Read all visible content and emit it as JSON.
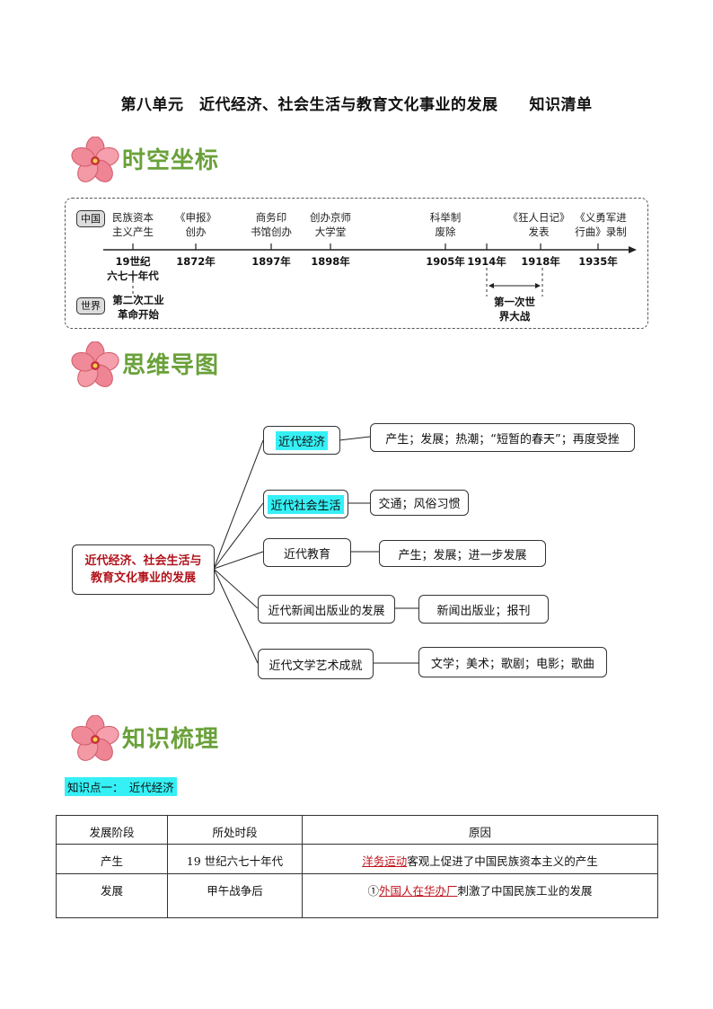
{
  "doc_title": "第八单元　近代经济、社会生活与教育文化事业的发展　　知识清单",
  "sections": {
    "timeline": "时空坐标",
    "mindmap": "思维导图",
    "knowledge": "知识梳理"
  },
  "timeline": {
    "china_tag": "中国",
    "world_tag": "世界",
    "events": [
      {
        "event": "民族资本\n主义产生",
        "year": "19世纪\n六七十年代"
      },
      {
        "event": "《申报》\n创办",
        "year": "1872年"
      },
      {
        "event": "商务印\n书馆创办",
        "year": "1897年"
      },
      {
        "event": "创办京师\n大学堂",
        "year": "1898年"
      },
      {
        "event": "科举制\n废除",
        "year": "1905年"
      },
      {
        "event": "",
        "year": "1914年"
      },
      {
        "event": "《狂人日记》\n发表",
        "year": "1918年"
      },
      {
        "event": "《义勇军进\n行曲》录制",
        "year": "1935年"
      }
    ],
    "world_events": [
      "第二次工业\n革命开始",
      "第一次世\n界大战"
    ]
  },
  "mindmap": {
    "root": "近代经济、社会生活与\n教育文化事业的发展",
    "branches": [
      {
        "label": "近代经济",
        "detail": "产生；发展；热潮；“短暂的春天”；再度受挫"
      },
      {
        "label": "近代社会生活",
        "detail": "交通；风俗习惯"
      },
      {
        "label": "近代教育",
        "detail": "产生；发展；进一步发展"
      },
      {
        "label": "近代新闻出版业的发展",
        "detail": "新闻出版业；报刊"
      },
      {
        "label": "近代文学艺术成就",
        "detail": "文学；美术；歌剧；电影；歌曲"
      }
    ]
  },
  "knowledge_point": "知识点一：　近代经济",
  "table": {
    "headers": [
      "发展阶段",
      "所处时段",
      "原因"
    ],
    "rows": [
      {
        "stage": "产生",
        "period": "19 世纪六七十年代",
        "reason_red": "洋务运动",
        "reason_rest": "客观上促进了中国民族资本主义的产生"
      },
      {
        "stage": "发展",
        "period": "甲午战争后",
        "reason_prefix": "①",
        "reason_red": "外国人在华办厂",
        "reason_rest": "刺激了中国民族工业的发展"
      }
    ]
  }
}
